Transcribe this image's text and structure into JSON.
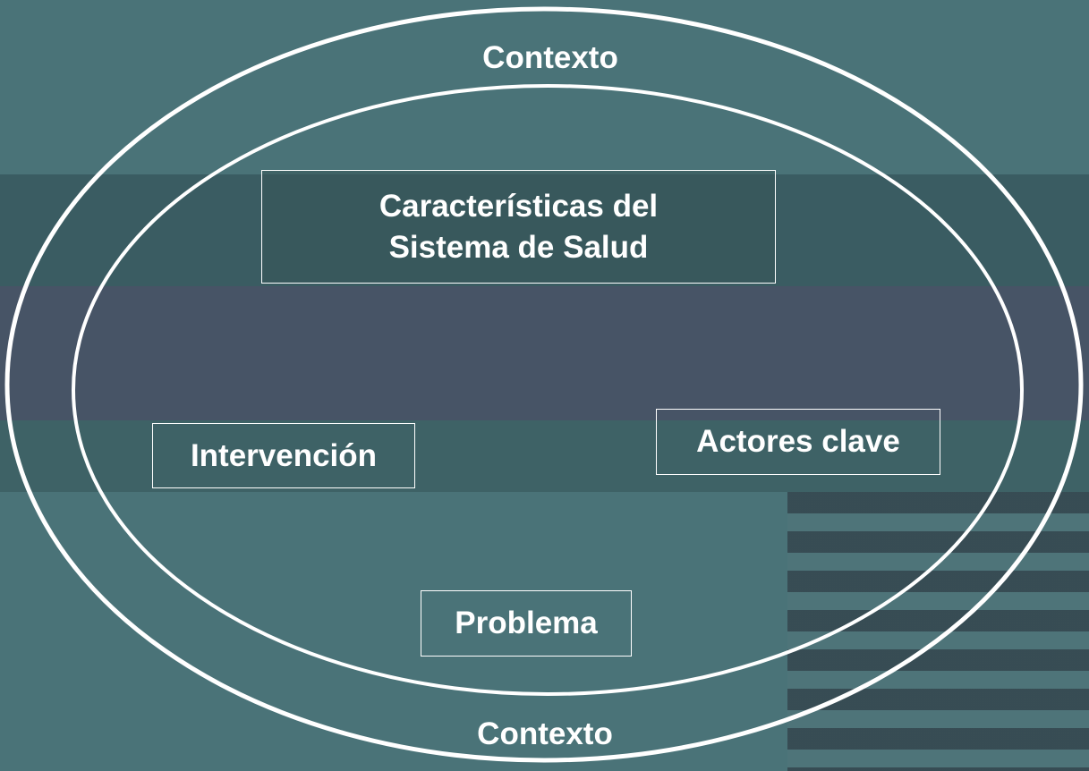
{
  "diagram": {
    "outer_label_top": "Contexto",
    "outer_label_bottom": "Contexto",
    "box_top_line1": "Características del",
    "box_top_line2": "Sistema de Salud",
    "box_left": "Intervención",
    "box_right": "Actores clave",
    "box_bottom": "Problema"
  },
  "colors": {
    "background": "#4a7378",
    "dark_band": "#475466",
    "lines": "#ffffff",
    "text": "#ffffff"
  }
}
